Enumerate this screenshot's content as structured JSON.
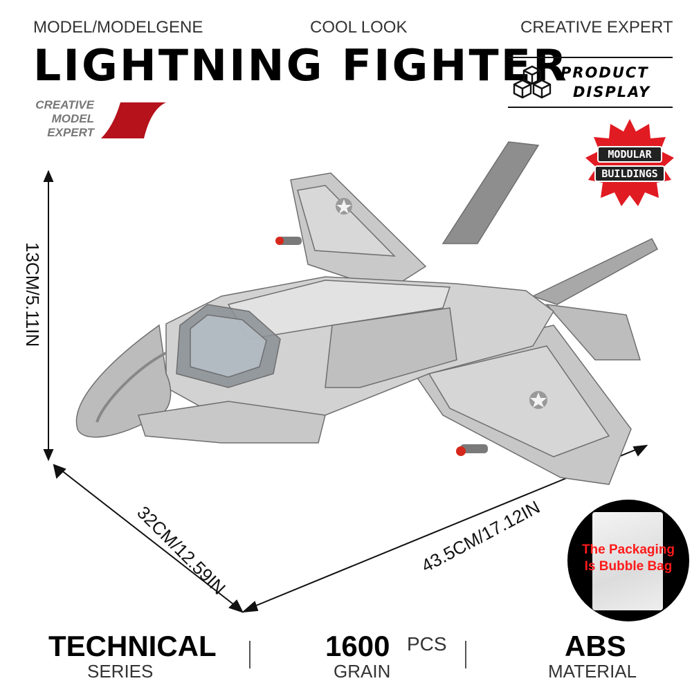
{
  "header": {
    "taglines": [
      "MODEL/MODELGENE",
      "COOL LOOK",
      "CREATIVE EXPERT"
    ],
    "title": "LIGHTNING FIGHTER",
    "expert_lines": [
      "CREATIVE",
      "MODEL",
      "EXPERT"
    ],
    "product_display": [
      "PRODUCT",
      "DISPLAY"
    ]
  },
  "badge": {
    "lines": [
      "MODULAR",
      "BUILDINGS"
    ]
  },
  "dimensions": {
    "height": "13CM/5.11IN",
    "depth": "32CM/12.59IN",
    "width": "43.5CM/17.12IN"
  },
  "packaging": {
    "lines": [
      "The Packaging",
      "Is Bubble Bag"
    ]
  },
  "stats": [
    {
      "big": "TECHNICAL",
      "small": "SERIES"
    },
    {
      "big": "1600",
      "unit": "PCS",
      "small": "GRAIN"
    },
    {
      "big": "ABS",
      "small": "MATERIAL"
    }
  ],
  "colors": {
    "accent": "#b5121b",
    "badge": "#e11b22",
    "model": "#c8c8c8"
  }
}
